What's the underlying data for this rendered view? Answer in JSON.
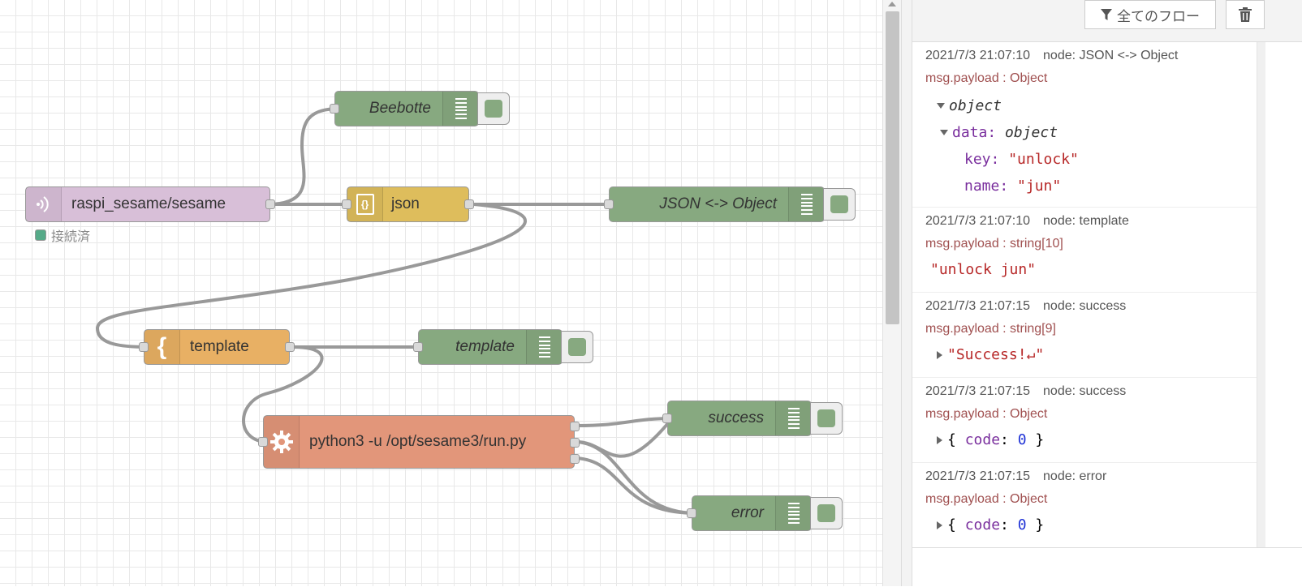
{
  "colors": {
    "mqtt": "#d8bfd8",
    "json": "#debd5c",
    "template": "#e8b064",
    "exec": "#e2967a",
    "debug": "#87a980",
    "status_connected": "#5a8",
    "wire": "#999999"
  },
  "workspace": {
    "nodes": {
      "mqtt_in": {
        "label": "raspi_sesame/sesame",
        "icon": "mqtt-icon",
        "status": "接続済"
      },
      "beebotte": {
        "label": "Beebotte",
        "icon": "debug-list-icon"
      },
      "json": {
        "label": "json",
        "icon": "json-icon"
      },
      "json_debug": {
        "label": "JSON <-> Object",
        "icon": "debug-list-icon"
      },
      "template": {
        "label": "template",
        "icon": "template-icon"
      },
      "template_debug": {
        "label": "template",
        "icon": "debug-list-icon"
      },
      "exec": {
        "label": "python3 -u /opt/sesame3/run.py",
        "icon": "gear-icon"
      },
      "success": {
        "label": "success",
        "icon": "debug-list-icon"
      },
      "error": {
        "label": "error",
        "icon": "debug-list-icon"
      }
    }
  },
  "sidebar": {
    "filter_label": "全てのフロー",
    "clear_icon": "trash-icon",
    "messages": [
      {
        "time": "2021/7/3 21:07:10",
        "node": "node: JSON <-> Object",
        "ptype": "msg.payload : Object",
        "root": "object",
        "data_key": "data",
        "data_type": "object",
        "key_key": "key",
        "key_val": "\"unlock\"",
        "name_key": "name",
        "name_val": "\"jun\""
      },
      {
        "time": "2021/7/3 21:07:10",
        "node": "node: template",
        "ptype": "msg.payload : string[10]",
        "value": "\"unlock jun\""
      },
      {
        "time": "2021/7/3 21:07:15",
        "node": "node: success",
        "ptype": "msg.payload : string[9]",
        "value": "\"Success!↵\""
      },
      {
        "time": "2021/7/3 21:07:15",
        "node": "node: success",
        "ptype": "msg.payload : Object",
        "open": "{",
        "key": "code",
        "colon": ":",
        "value": "0",
        "close": "}"
      },
      {
        "time": "2021/7/3 21:07:15",
        "node": "node: error",
        "ptype": "msg.payload : Object",
        "open": "{",
        "key": "code",
        "colon": ":",
        "value": "0",
        "close": "}"
      }
    ]
  }
}
